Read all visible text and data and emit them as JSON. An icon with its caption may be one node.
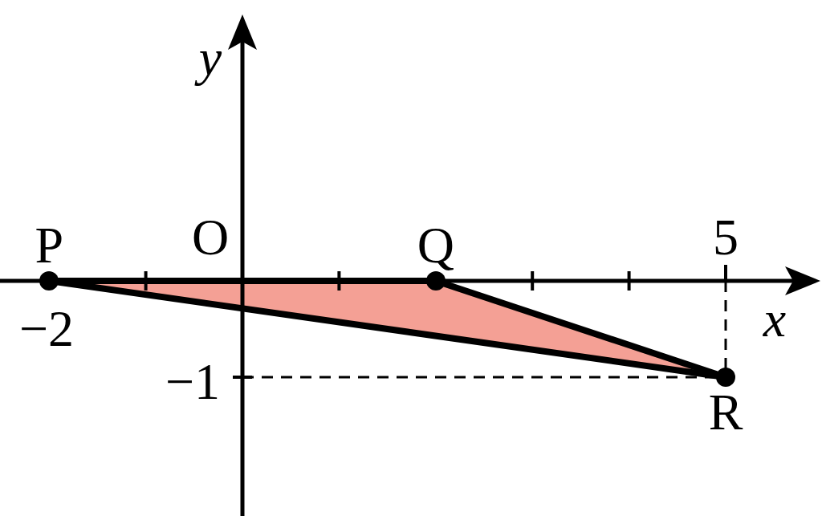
{
  "diagram": {
    "nodes": [
      {
        "text": [
          "P"
        ]
      },
      {
        "text": [
          "Q"
        ]
      },
      {
        "text": [
          "R"
        ]
      }
    ],
    "edges": [
      {
        "from": 0,
        "to": 1,
        "arrow": "none"
      },
      {
        "from": 1,
        "to": 2,
        "arrow": "none"
      },
      {
        "from": 2,
        "to": 0,
        "arrow": "none"
      }
    ],
    "labels": [
      "y",
      "O",
      "5",
      "x",
      "−2",
      "−1"
    ]
  }
}
